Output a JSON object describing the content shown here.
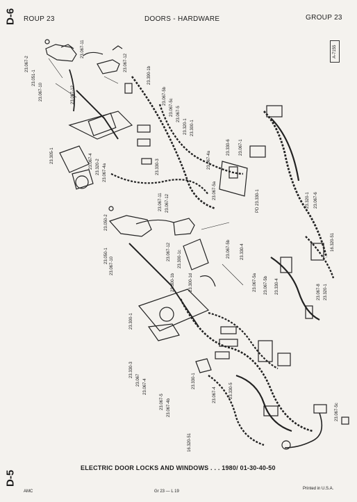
{
  "header": {
    "tab_top": "D-6",
    "left": "ROUP 23",
    "center": "DOORS - HARDWARE",
    "right": "GROUP 23",
    "figure_code": "A-7155"
  },
  "caption": "ELECTRIC DOOR LOCKS AND WINDOWS . . . 1980/ 01-30-40-50",
  "footer": {
    "tab_bottom": "D-5",
    "left": "AMC",
    "center": "Gr 23 — L 19",
    "right": "Printed in U.S.A."
  },
  "callouts": [
    "23.067-2",
    "23.051-1",
    "23.067-10",
    "23.067-11",
    "23.067-12",
    "23.390-1b",
    "23.067-12",
    "23.067-5b",
    "23.067-5c",
    "23.067-5",
    "23.320-1",
    "23.300-1",
    "23.305-1",
    "23.067-4",
    "23.320-2",
    "23.067-4a",
    "23.330-3",
    "23.067-11",
    "23.067-12",
    "23.067-4a",
    "23.330-6",
    "23.067-1",
    "23.067-5a",
    "PD 23.330-1",
    "23.320-1",
    "23.067-6",
    "23.050-2",
    "23.050-1",
    "23.067-10",
    "23.067-12",
    "23.300-1c",
    "23.300-1b",
    "23.300-1d",
    "23.067-5b",
    "23.330-4",
    "16.320-51",
    "23.300-1",
    "23.067-5a",
    "23.067-5b",
    "23.330-4",
    "23.067-8",
    "23.320-1",
    "23.330-3",
    "23.067",
    "23.067-4",
    "23.067-5",
    "23.067-4b",
    "23.330-1",
    "23.330-5",
    "23.067-4",
    "16.320-51",
    "23.067-5c"
  ]
}
